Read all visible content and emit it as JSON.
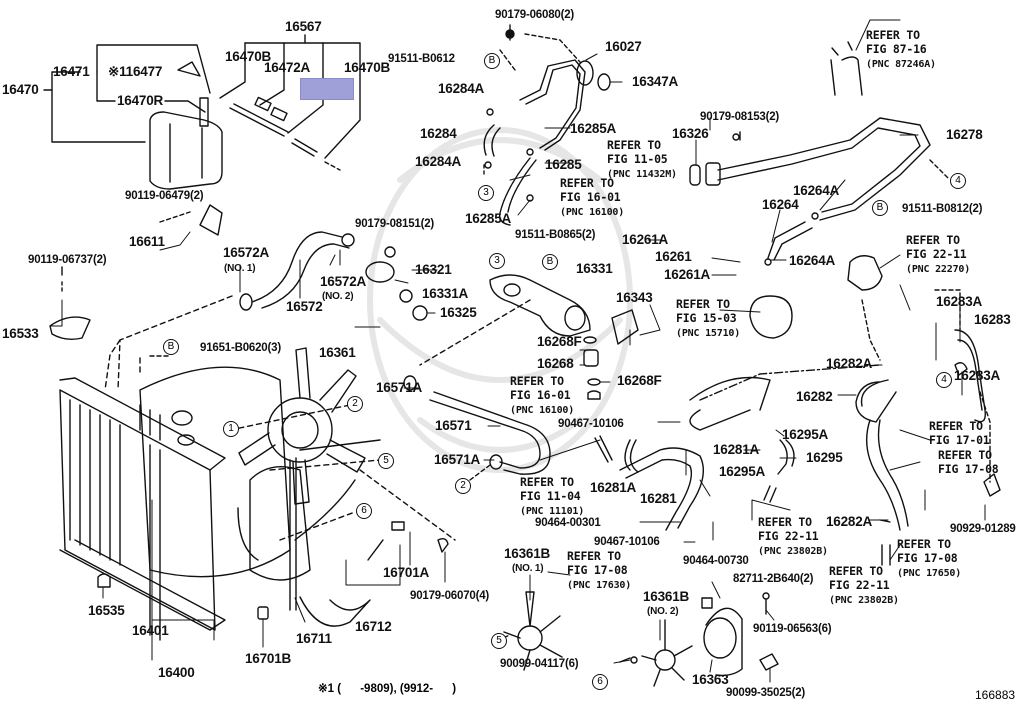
{
  "figure_number": "166883",
  "footnote": "※1 (      -9809), (9912-      )",
  "highlight_color": "#9fa0d8",
  "parts": {
    "p16470": "16470",
    "p16471": "16471",
    "p16477": "※116477",
    "p16470R": "16470R",
    "p16567": "16567",
    "p16470B_a": "16470B",
    "p16472A": "16472A",
    "p16470B_b": "16470B",
    "p90179_06080": "90179-06080(2)",
    "p16027": "16027",
    "p91511_B0612": "91511-B0612",
    "p16347A": "16347A",
    "p16284A_a": "16284A",
    "p16285A_a": "16285A",
    "p16284": "16284",
    "p16284A_b": "16284A",
    "p16285": "16285",
    "p16285A_b": "16285A",
    "p16326": "16326",
    "p90179_08153": "90179-08153(2)",
    "p16278": "16278",
    "p16264A_a": "16264A",
    "p16264": "16264",
    "p91511_B0812": "91511-B0812(2)",
    "p16264A_b": "16264A",
    "p90119_06479": "90119-06479(2)",
    "p16611": "16611",
    "p90179_08151": "90179-08151(2)",
    "p90119_06737": "90119-06737(2)",
    "p16572A_1": "16572A",
    "no1_a": "(NO. 1)",
    "p16321": "16321",
    "p16572A_2": "16572A",
    "no2_a": "(NO. 2)",
    "p16572": "16572",
    "p16331A": "16331A",
    "p16325": "16325",
    "p16533": "16533",
    "p91511_B0865": "91511-B0865(2)",
    "p16331": "16331",
    "p16261A_a": "16261A",
    "p16261": "16261",
    "p16261A_b": "16261A",
    "p16343": "16343",
    "p16268F_a": "16268F",
    "p16268": "16268",
    "p16268F_b": "16268F",
    "p16283A_a": "16283A",
    "p16283": "16283",
    "p16282A_a": "16282A",
    "p16283A_b": "16283A",
    "p91651_B0620": "91651-B0620(3)",
    "p16361": "16361",
    "p16571A_a": "16571A",
    "p16571": "16571",
    "p16571A_b": "16571A",
    "p90467_10106_a": "90467-10106",
    "p16282": "16282",
    "p16281A_a": "16281A",
    "p16295A_a": "16295A",
    "p16295": "16295",
    "p16295A_b": "16295A",
    "p16281A_b": "16281A",
    "p16281": "16281",
    "p90464_00301": "90464-00301",
    "p90467_10106_b": "90467-10106",
    "p90464_00730": "90464-00730",
    "p16282A_b": "16282A",
    "p90929_01289": "90929-01289",
    "p16535": "16535",
    "p16401": "16401",
    "p16400": "16400",
    "p16701B": "16701B",
    "p16711": "16711",
    "p16712": "16712",
    "p16701A": "16701A",
    "p90179_06070": "90179-06070(4)",
    "p16361B_1": "16361B",
    "no1_b": "(NO. 1)",
    "p16361B_2": "16361B",
    "no2_b": "(NO. 2)",
    "p82711_2B640": "82711-2B640(2)",
    "p90119_06563": "90119-06563(6)",
    "p16363": "16363",
    "p90099_35025": "90099-35025(2)",
    "p90099_04117": "90099-04117(6)"
  },
  "refs": [
    {
      "l1": "REFER TO",
      "l2": "FIG 87-16",
      "pnc": "(PNC 87246A)"
    },
    {
      "l1": "REFER TO",
      "l2": "FIG 11-05",
      "pnc": "(PNC 11432M)"
    },
    {
      "l1": "REFER TO",
      "l2": "FIG 16-01",
      "pnc": "(PNC 16100)"
    },
    {
      "l1": "REFER TO",
      "l2": "FIG 22-11",
      "pnc": "(PNC 22270)"
    },
    {
      "l1": "REFER TO",
      "l2": "FIG 15-03",
      "pnc": "(PNC 15710)"
    },
    {
      "l1": "REFER TO",
      "l2": "FIG 16-01",
      "pnc": "(PNC 16100)"
    },
    {
      "l1": "REFER TO",
      "l2": "FIG 17-01",
      "pnc": ""
    },
    {
      "l1": "REFER TO",
      "l2": "FIG 17-08",
      "pnc": ""
    },
    {
      "l1": "REFER TO",
      "l2": "FIG 11-04",
      "pnc": "(PNC 11101)"
    },
    {
      "l1": "REFER TO",
      "l2": "FIG 22-11",
      "pnc": "(PNC 23802B)"
    },
    {
      "l1": "REFER TO",
      "l2": "FIG 22-11",
      "pnc": "(PNC 23802B)"
    },
    {
      "l1": "REFER TO",
      "l2": "FIG 17-08",
      "pnc": "(PNC 17650)"
    },
    {
      "l1": "REFER TO",
      "l2": "FIG 17-08",
      "pnc": "(PNC 17630)"
    }
  ],
  "markers": {
    "B": "B",
    "c1": "1",
    "c2": "2",
    "c3": "3",
    "c4": "4",
    "c5": "5",
    "c6": "6"
  }
}
